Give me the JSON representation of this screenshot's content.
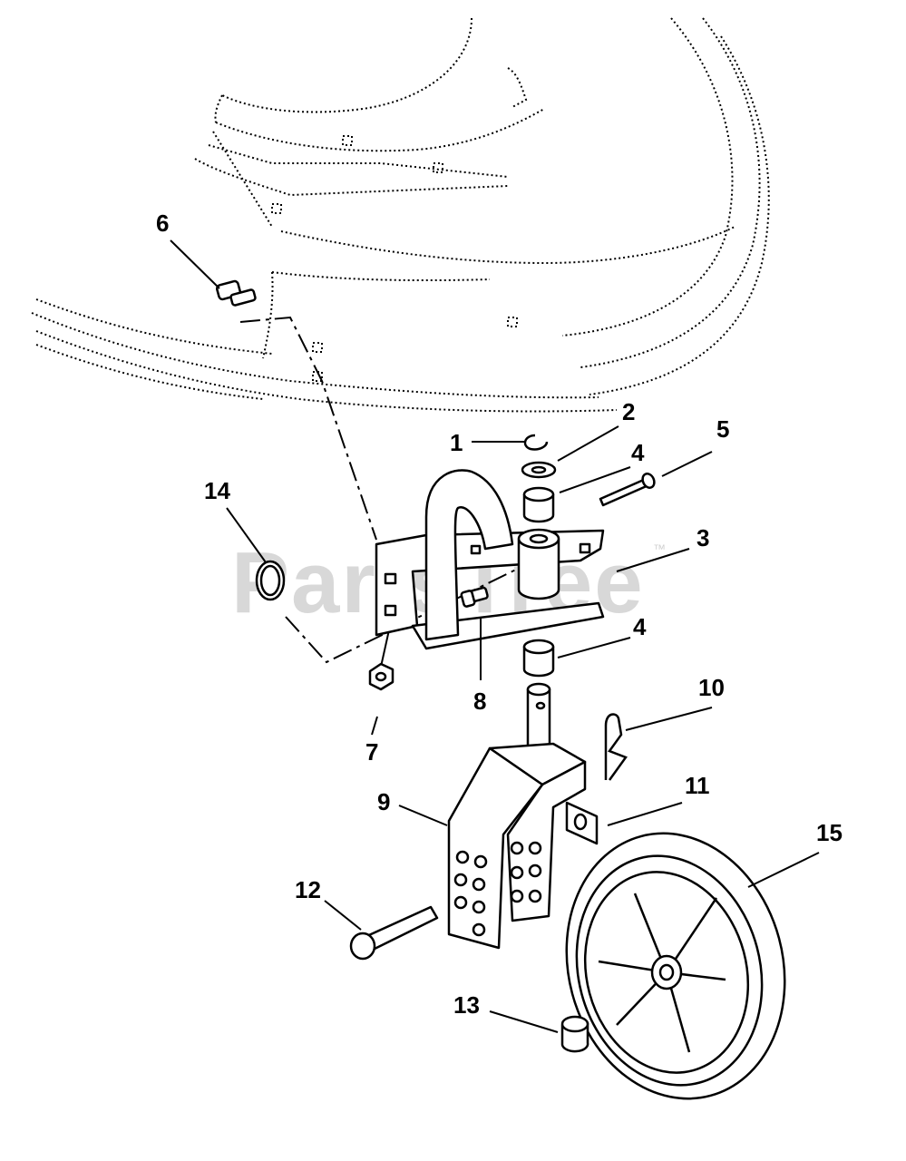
{
  "watermark": "PartsTree",
  "trademark": "™",
  "labels": {
    "l1": "1",
    "l2": "2",
    "l3": "3",
    "l4a": "4",
    "l4b": "4",
    "l5": "5",
    "l6": "6",
    "l7": "7",
    "l8": "8",
    "l9": "9",
    "l10": "10",
    "l11": "11",
    "l12": "12",
    "l13": "13",
    "l14": "14",
    "l15": "15"
  }
}
